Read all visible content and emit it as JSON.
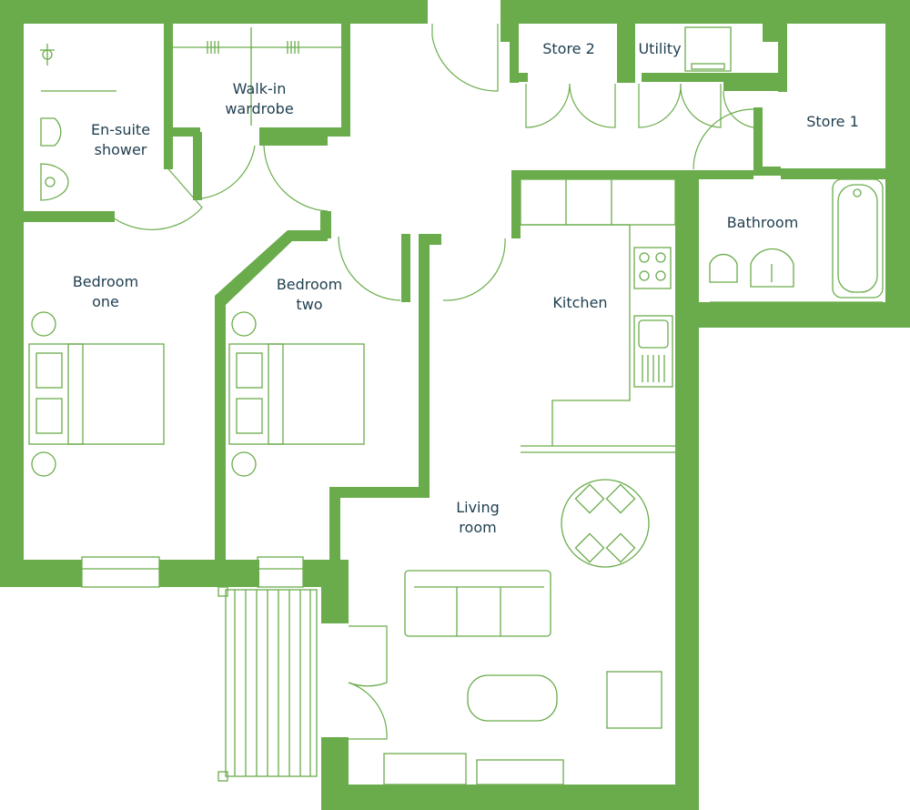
{
  "rooms": {
    "ensuite": {
      "line1": "En-suite",
      "line2": "shower"
    },
    "walkin": {
      "line1": "Walk-in",
      "line2": "wardrobe"
    },
    "store2": {
      "line1": "Store 2"
    },
    "utility": {
      "line1": "Utility"
    },
    "store1": {
      "line1": "Store 1"
    },
    "bathroom": {
      "line1": "Bathroom"
    },
    "bedroom_one": {
      "line1": "Bedroom",
      "line2": "one"
    },
    "bedroom_two": {
      "line1": "Bedroom",
      "line2": "two"
    },
    "kitchen": {
      "line1": "Kitchen"
    },
    "living": {
      "line1": "Living",
      "line2": "room"
    }
  },
  "colors": {
    "wall": "#6aac4b",
    "label": "#1f3e4f",
    "background": "#ffffff"
  }
}
